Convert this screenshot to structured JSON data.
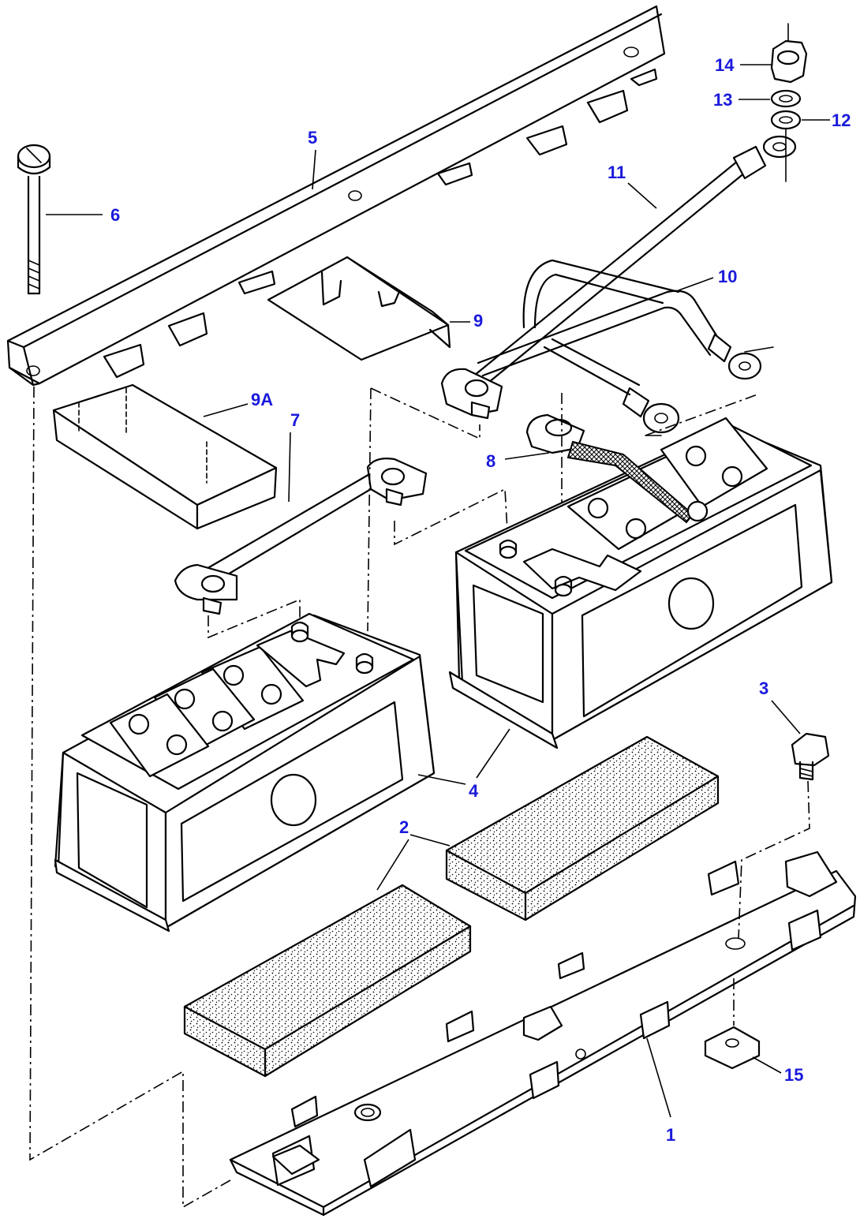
{
  "callouts": {
    "c1": "1",
    "c2": "2",
    "c3": "3",
    "c4": "4",
    "c5": "5",
    "c6": "6",
    "c7": "7",
    "c8": "8",
    "c9": "9",
    "c9a": "9A",
    "c10": "10",
    "c11": "11",
    "c12": "12",
    "c13": "13",
    "c14": "14",
    "c15": "15"
  },
  "colors": {
    "callout_text": "#1a1adb",
    "line": "#000000",
    "background": "#ffffff"
  }
}
